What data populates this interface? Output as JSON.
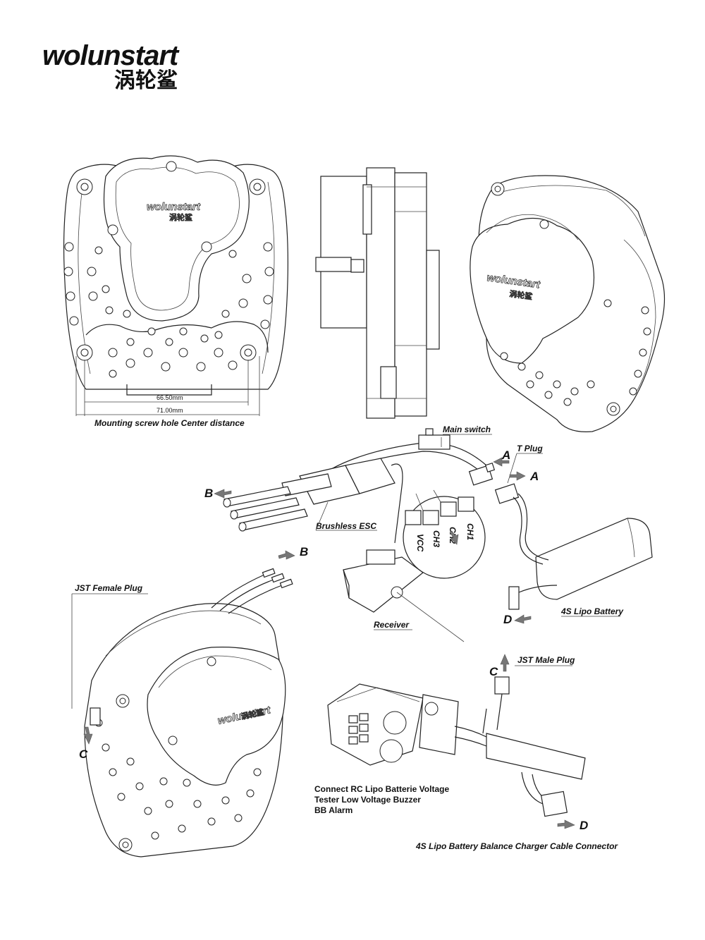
{
  "logo": {
    "wordmark": "wolunstart",
    "chinese": "涡轮鲨"
  },
  "front_view": {
    "engraving_wordmark": "wolunstart",
    "engraving_chinese": "涡轮鲨",
    "dim_inner": "66.50mm",
    "dim_outer": "71.00mm",
    "caption": "Mounting screw hole Center distance"
  },
  "iso_view_top": {
    "engraving_wordmark": "wolunstart",
    "engraving_chinese": "涡轮鲨"
  },
  "iso_view_bottom": {
    "engraving_wordmark": "wolunstart",
    "engraving_chinese": "涡轮鲨"
  },
  "labels": {
    "main_switch": "Main switch",
    "t_plug": "T Plug",
    "brushless_esc": "Brushless ESC",
    "receiver": "Receiver",
    "lipo_battery": "4S Lipo Battery",
    "jst_female": "JST Female Plug",
    "jst_male": "JST Male Plug",
    "balance_cable": "4S Lipo Battery Balance Charger Cable Connector",
    "tester_lines": [
      "Connect RC Lipo Batterie Voltage",
      "Tester Low Voltage Buzzer",
      "BB Alarm"
    ]
  },
  "channels": [
    "CH1",
    "CH2",
    "CH3",
    "VCC"
  ],
  "letters": {
    "a1": "A",
    "a2": "A",
    "b1": "B",
    "b2": "B",
    "c1": "C",
    "c2": "C",
    "d1": "D",
    "d2": "D"
  }
}
